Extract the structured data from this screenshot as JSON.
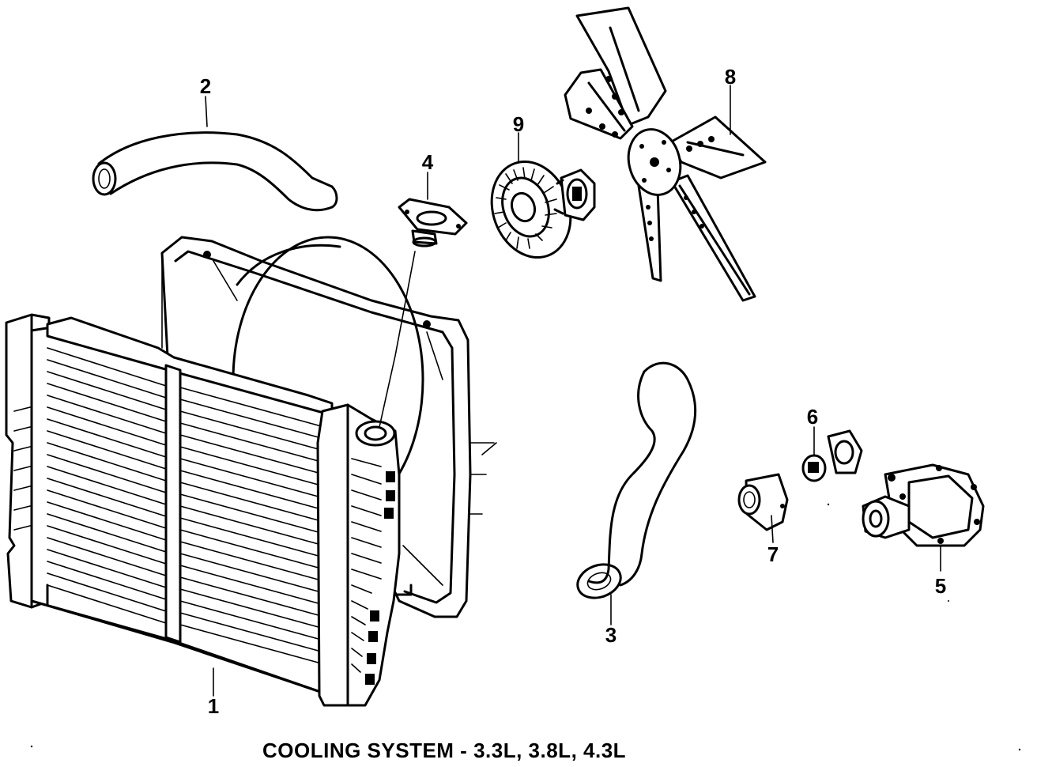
{
  "caption": "COOLING SYSTEM - 3.3L, 3.8L, 4.3L",
  "callouts": {
    "c1": "1",
    "c2": "2",
    "c3": "3",
    "c4": "4",
    "c5": "5",
    "c6": "6",
    "c7": "7",
    "c8": "8",
    "c9": "9"
  },
  "parts": [
    {
      "callout": "1",
      "part": "radiator"
    },
    {
      "callout": "2",
      "part": "upper-radiator-hose"
    },
    {
      "callout": "3",
      "part": "lower-radiator-hose"
    },
    {
      "callout": "4",
      "part": "radiator-cap"
    },
    {
      "callout": "5",
      "part": "water-pump"
    },
    {
      "callout": "6",
      "part": "thermostat"
    },
    {
      "callout": "7",
      "part": "thermostat-housing"
    },
    {
      "callout": "8",
      "part": "fan-blade"
    },
    {
      "callout": "9",
      "part": "fan-clutch"
    }
  ]
}
